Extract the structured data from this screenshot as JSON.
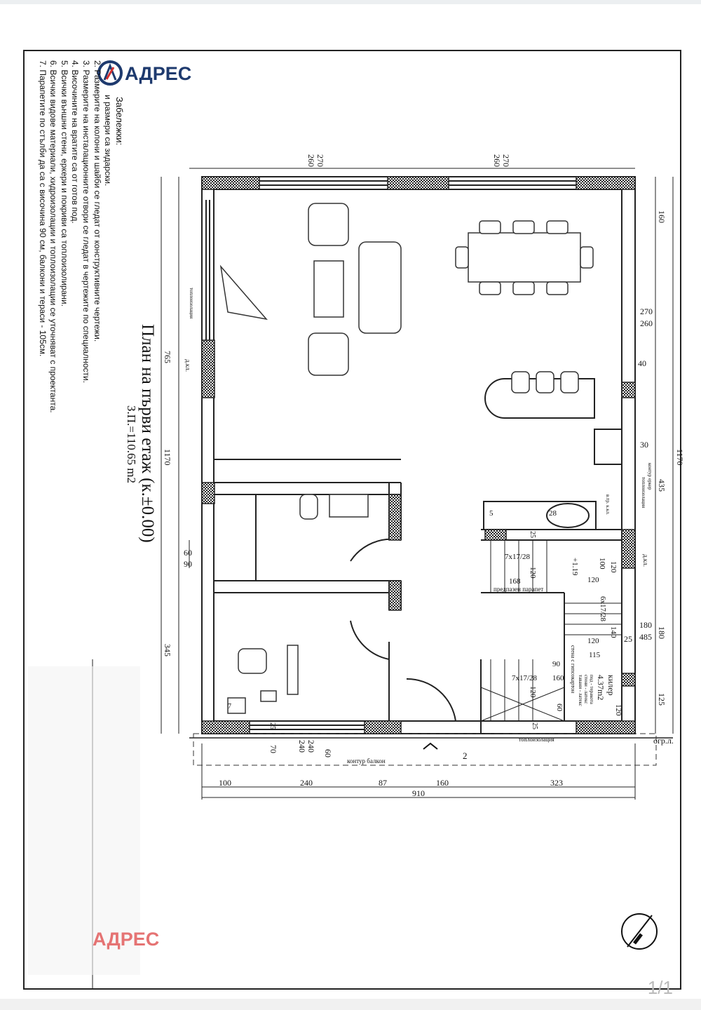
{
  "logo": {
    "text": "АДРЕС",
    "color": "#1e3a6e",
    "accent": "#d32f2f"
  },
  "watermark": {
    "text": "АДРЕС",
    "color": "#e57373"
  },
  "title": "План на първи етаж (к.±0.00)",
  "subtitle": "З.П.=110.65 m2",
  "notes": {
    "heading": "Забележки:",
    "items": [
      "и размери са зидарски.",
      "2. Размерите на колони и шайби се гледат от конструктивните чертежи.",
      "3. Размерите на инсталационните отвори се гледат в чертежите по специалности.",
      "4. Височините на вратите са от готов под.",
      "5. Всички външни стени, еркери и покриви са топлоизолирани.",
      "6. Всички видове материали, хидроизолации и топлоизолации се уточняват с проектанта.",
      "7. Парапетите по стълби да са с височина 90 см, балкони и тераси - 105см."
    ]
  },
  "dimensions": {
    "top": [
      "270",
      "260",
      "270",
      "260"
    ],
    "left": [
      "765",
      "1170",
      "60",
      "90",
      "345"
    ],
    "right": [
      "160",
      "270",
      "260",
      "40",
      "30",
      "435",
      "1170",
      "180",
      "485",
      "180",
      "125",
      "25"
    ],
    "bottom": [
      "100",
      "240",
      "87",
      "160",
      "323",
      "910"
    ],
    "balcony": [
      "70",
      "240",
      "240",
      "60",
      "25",
      "25"
    ],
    "stairs": [
      "7x17/28",
      "120",
      "168",
      "+1.19",
      "100",
      "120",
      "120",
      "6x17/28",
      "140",
      "120",
      "115",
      "90",
      "160",
      "7x17/28",
      "120",
      "60",
      "120",
      "25",
      "28",
      "5"
    ]
  },
  "labels": {
    "insulation": "топлоизолация",
    "balcony_contour": "контур балкон",
    "boundary": "огр.л.",
    "parapet": "предпазен парапет",
    "chimney": "д.кл.",
    "chimney2": "д.кл.",
    "vtr": "в.тр. к.кл.",
    "bay": "контур еркер",
    "gypsum": "стена с гипсокартон",
    "pantry_name": "килер",
    "pantry_area": "4.37m2",
    "pantry_floor": "под - теракота",
    "pantry_walls": "стени - латекс",
    "pantry_ceiling": "тавани - латекс",
    "section": "2",
    "seven": "7"
  },
  "page_indicator": "1/1"
}
